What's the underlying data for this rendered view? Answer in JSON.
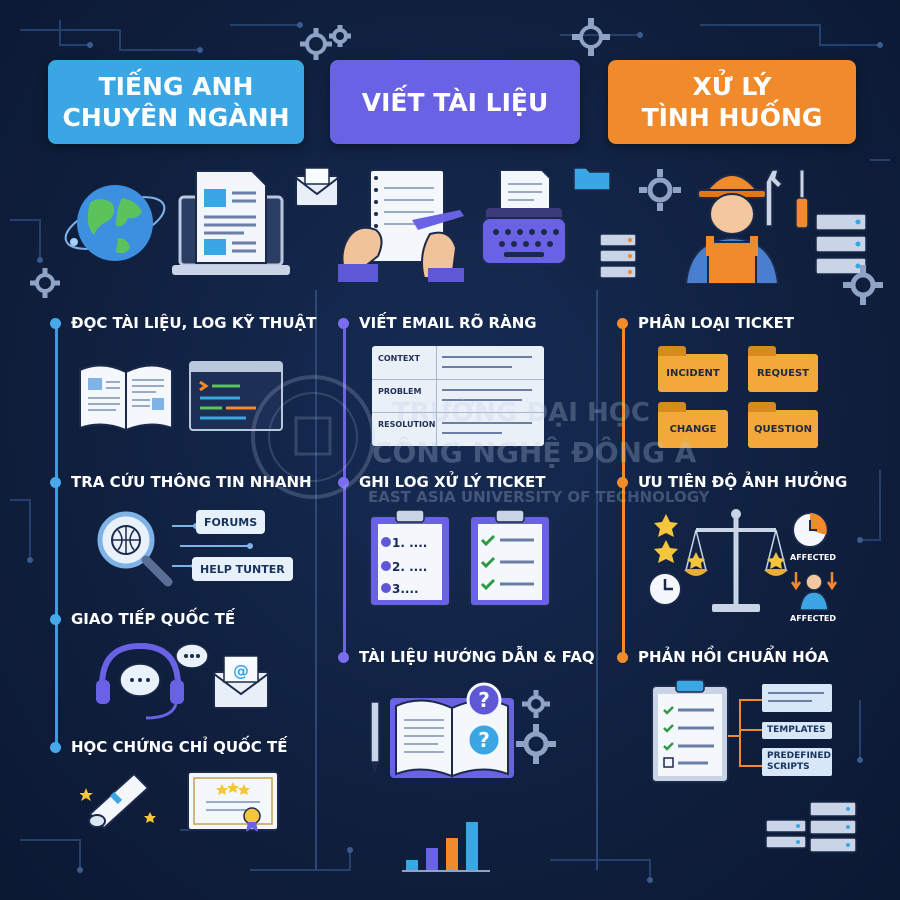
{
  "columns": [
    {
      "title": "TIẾNG ANH\nCHUYÊN NGÀNH",
      "color": "#3aa6e4",
      "sections": [
        {
          "label": "ĐỌC TÀI LIỆU, LOG KỸ THUẬT"
        },
        {
          "label": "TRA CỨU THÔNG TIN NHANH",
          "tags": [
            "FORUMS",
            "HELP TUNTER"
          ]
        },
        {
          "label": "GIAO TIẾP QUỐC TẾ"
        },
        {
          "label": "HỌC CHỨNG CHỈ QUỐC TẾ"
        }
      ]
    },
    {
      "title": "VIẾT TÀI LIỆU",
      "color": "#6a62e4",
      "sections": [
        {
          "label": "VIẾT EMAIL RÕ RÀNG",
          "fields": [
            "CONTEXT",
            "PROBLEM",
            "RESOLUTION"
          ]
        },
        {
          "label": "GHI LOG XỬ LÝ TICKET",
          "steps": [
            "1. ....",
            "2. ....",
            "3...."
          ]
        },
        {
          "label": "TÀI LIỆU HƯỚNG DẪN & FAQ"
        }
      ]
    },
    {
      "title": "XỬ LÝ\nTÌNH HUỐNG",
      "color": "#f08a2b",
      "sections": [
        {
          "label": "PHÂN LOẠI TICKET",
          "folders": [
            "INCIDENT",
            "REQUEST",
            "CHANGE",
            "QUESTION"
          ]
        },
        {
          "label": "ƯU TIÊN ĐỘ ẢNH HƯỞNG",
          "labels": [
            "AFFECTED",
            "AFFECTED"
          ]
        },
        {
          "label": "PHẢN HỒI CHUẨN HÓA",
          "tags": [
            "TEMPLATES",
            "PREDEFINED\nSCRIPTS"
          ]
        }
      ]
    }
  ],
  "watermark": {
    "line1": "TRƯỜNG ĐẠI HỌC",
    "line2": "CÔNG NGHỆ ĐÔNG Á",
    "line3": "EAST ASIA UNIVERSITY OF TECHNOLOGY"
  },
  "icons": [
    "globe-icon",
    "laptop-document-icon",
    "envelope-icon",
    "notebook-writing-icon",
    "typewriter-icon",
    "technician-icon",
    "server-icon",
    "gear-icon",
    "open-book-icon",
    "code-window-icon",
    "magnifier-globe-icon",
    "headset-chat-icon",
    "email-at-icon",
    "diploma-scroll-icon",
    "certificate-icon",
    "clipboard-checklist-icon",
    "question-book-icon",
    "scale-icon",
    "clock-icon",
    "star-icon",
    "bar-chart-icon"
  ]
}
